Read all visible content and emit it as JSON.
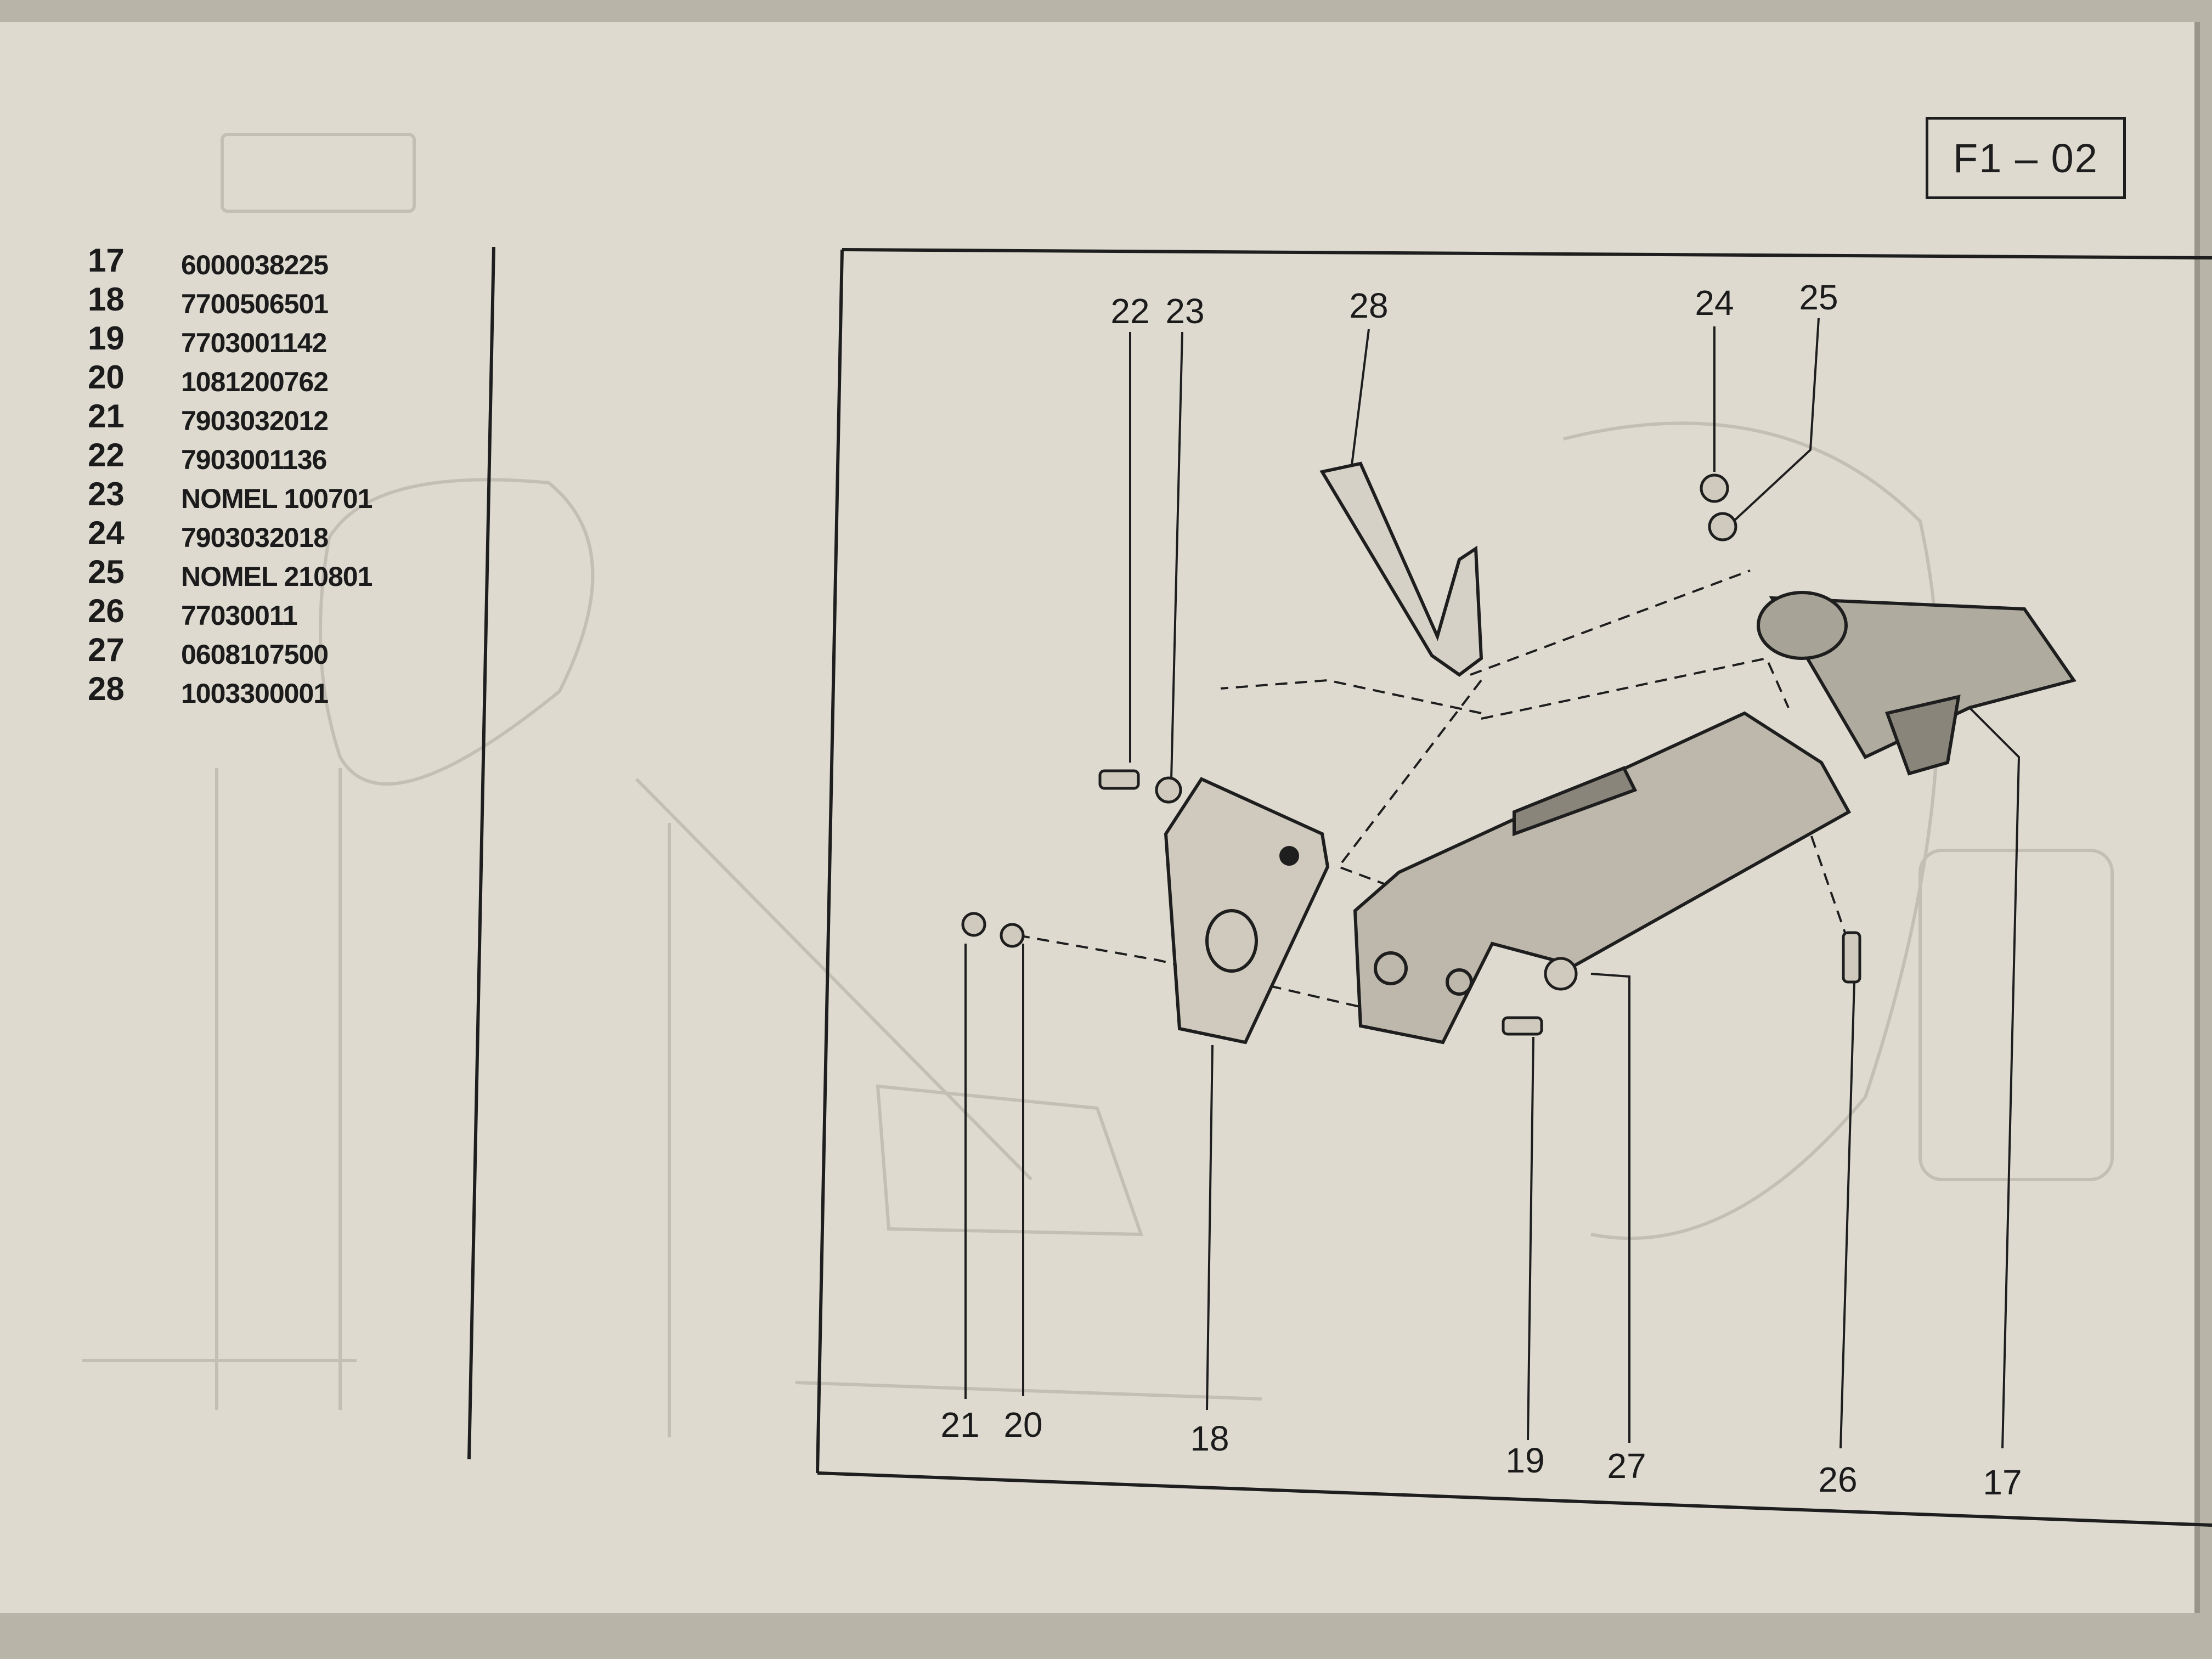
{
  "section_code": "F1 – 02",
  "parts": [
    {
      "num": "17",
      "ref": "6000038225"
    },
    {
      "num": "18",
      "ref": "7700506501"
    },
    {
      "num": "19",
      "ref": "7703001142"
    },
    {
      "num": "20",
      "ref": "1081200762"
    },
    {
      "num": "21",
      "ref": "7903032012"
    },
    {
      "num": "22",
      "ref": "7903001136"
    },
    {
      "num": "23",
      "ref": "NOMEL 100701"
    },
    {
      "num": "24",
      "ref": "7903032018"
    },
    {
      "num": "25",
      "ref": "NOMEL 210801"
    },
    {
      "num": "26",
      "ref": "77030011"
    },
    {
      "num": "27",
      "ref": "0608107500"
    },
    {
      "num": "28",
      "ref": "1003300001"
    }
  ],
  "callouts": {
    "c22": "22",
    "c23": "23",
    "c28": "28",
    "c24": "24",
    "c25": "25",
    "c21": "21",
    "c20": "20",
    "c18": "18",
    "c19": "19",
    "c27": "27",
    "c26": "26",
    "c17": "17"
  },
  "colors": {
    "paper": "#dedad0",
    "ink": "#1e1e1e",
    "faint_print": "#c4bfb4"
  }
}
